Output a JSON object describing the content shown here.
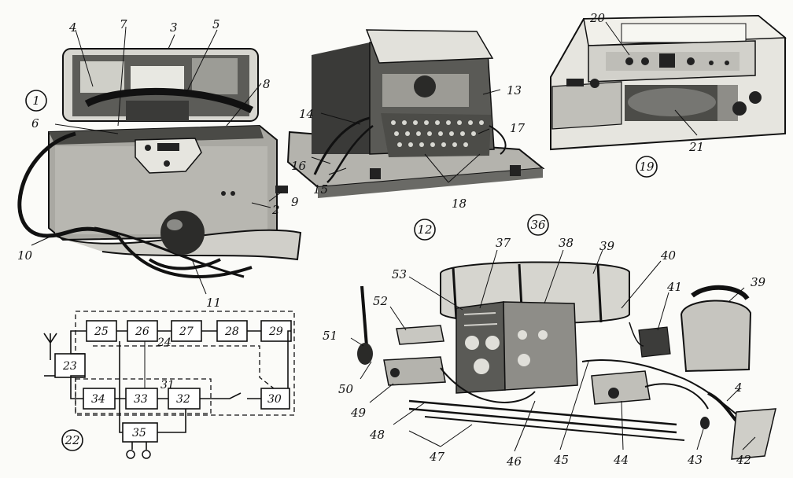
{
  "callouts": {
    "c1": "1",
    "c2": "2",
    "c3": "3",
    "c4": "4",
    "c5": "5",
    "c6": "6",
    "c7": "7",
    "c8": "8",
    "c9": "9",
    "c10": "10",
    "c11": "11",
    "c12": "12",
    "c13": "13",
    "c14": "14",
    "c15": "15",
    "c16": "16",
    "c17": "17",
    "c18": "18",
    "c19": "19",
    "c20": "20",
    "c21": "21",
    "c22": "22",
    "c36": "36",
    "c37": "37",
    "c38": "38",
    "c39a": "39",
    "c39b": "39",
    "c40": "40",
    "c41": "41",
    "c42": "42",
    "c43": "43",
    "c44": "44",
    "c45": "45",
    "c46": "46",
    "c47": "47",
    "c48": "48",
    "c49": "49",
    "c50": "50",
    "c51": "51",
    "c52": "52",
    "c53": "53",
    "c4b": "4"
  },
  "blocks": {
    "b23": "23",
    "b24": "24",
    "b25": "25",
    "b26": "26",
    "b27": "27",
    "b28": "28",
    "b29": "29",
    "b30": "30",
    "b31": "31",
    "b32": "32",
    "b33": "33",
    "b34": "34",
    "b35": "35"
  }
}
